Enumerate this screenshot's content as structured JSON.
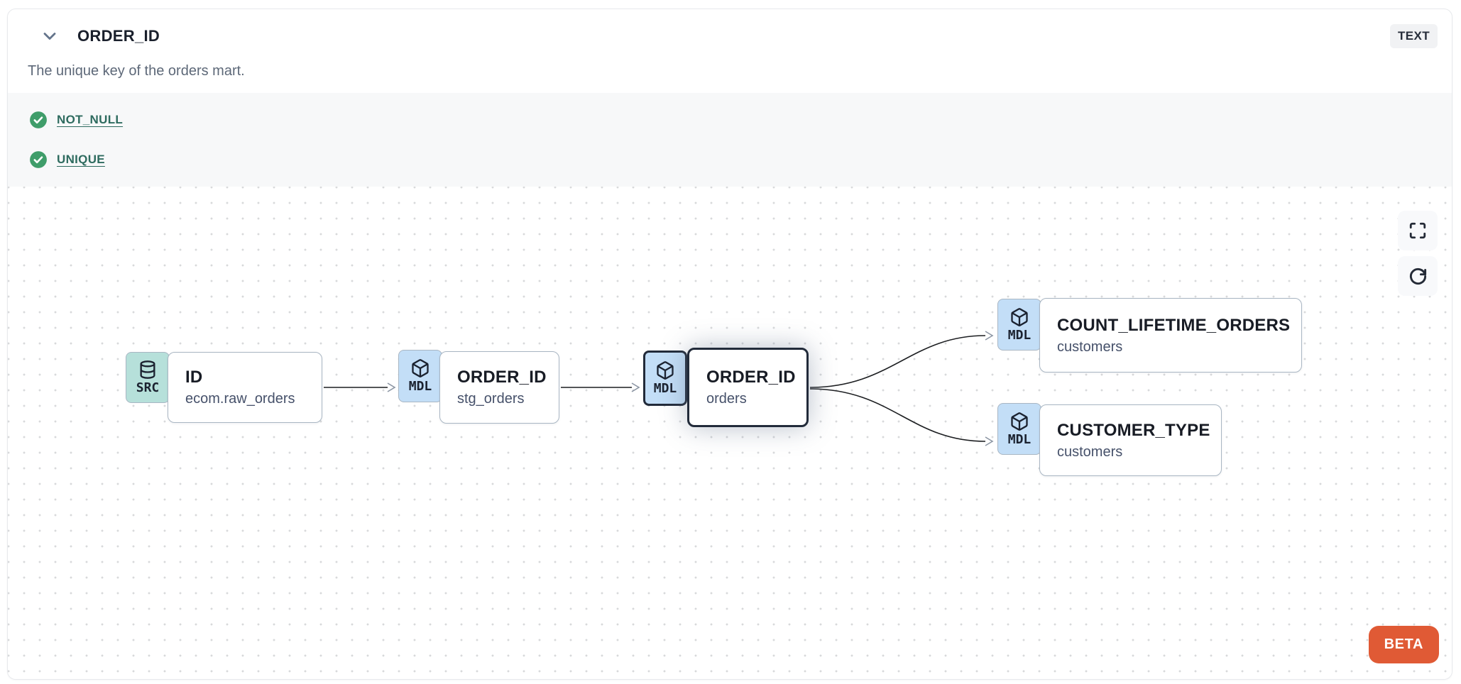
{
  "header": {
    "title": "ORDER_ID",
    "type_badge": "TEXT",
    "description": "The unique key of the orders mart."
  },
  "tests": [
    {
      "label": "NOT_NULL",
      "status": "pass"
    },
    {
      "label": "UNIQUE",
      "status": "pass"
    }
  ],
  "lineage": {
    "nodes": [
      {
        "id": "source",
        "badge": "SRC",
        "icon": "database-icon",
        "title": "ID",
        "subtitle": "ecom.raw_orders",
        "selected": false
      },
      {
        "id": "staging",
        "badge": "MDL",
        "icon": "box-icon",
        "title": "ORDER_ID",
        "subtitle": "stg_orders",
        "selected": false
      },
      {
        "id": "mart",
        "badge": "MDL",
        "icon": "box-icon",
        "title": "ORDER_ID",
        "subtitle": "orders",
        "selected": true
      },
      {
        "id": "count",
        "badge": "MDL",
        "icon": "box-icon",
        "title": "COUNT_LIFETIME_ORDERS",
        "subtitle": "customers",
        "selected": false
      },
      {
        "id": "ctype",
        "badge": "MDL",
        "icon": "box-icon",
        "title": "CUSTOMER_TYPE",
        "subtitle": "customers",
        "selected": false
      }
    ],
    "beta_label": "BETA"
  },
  "colors": {
    "src_badge_bg": "#b6e0da",
    "mdl_badge_bg": "#c3def7",
    "node_border": "#a9b6c3",
    "selected_border": "#222b3a",
    "edge_line": "#1c1e21",
    "edge_arrow": "#8b95a3",
    "check_green": "#3f9d6a",
    "test_link": "#2e6b5f",
    "beta_bg": "#e05a35",
    "canvas_dot": "#d8d9db"
  }
}
